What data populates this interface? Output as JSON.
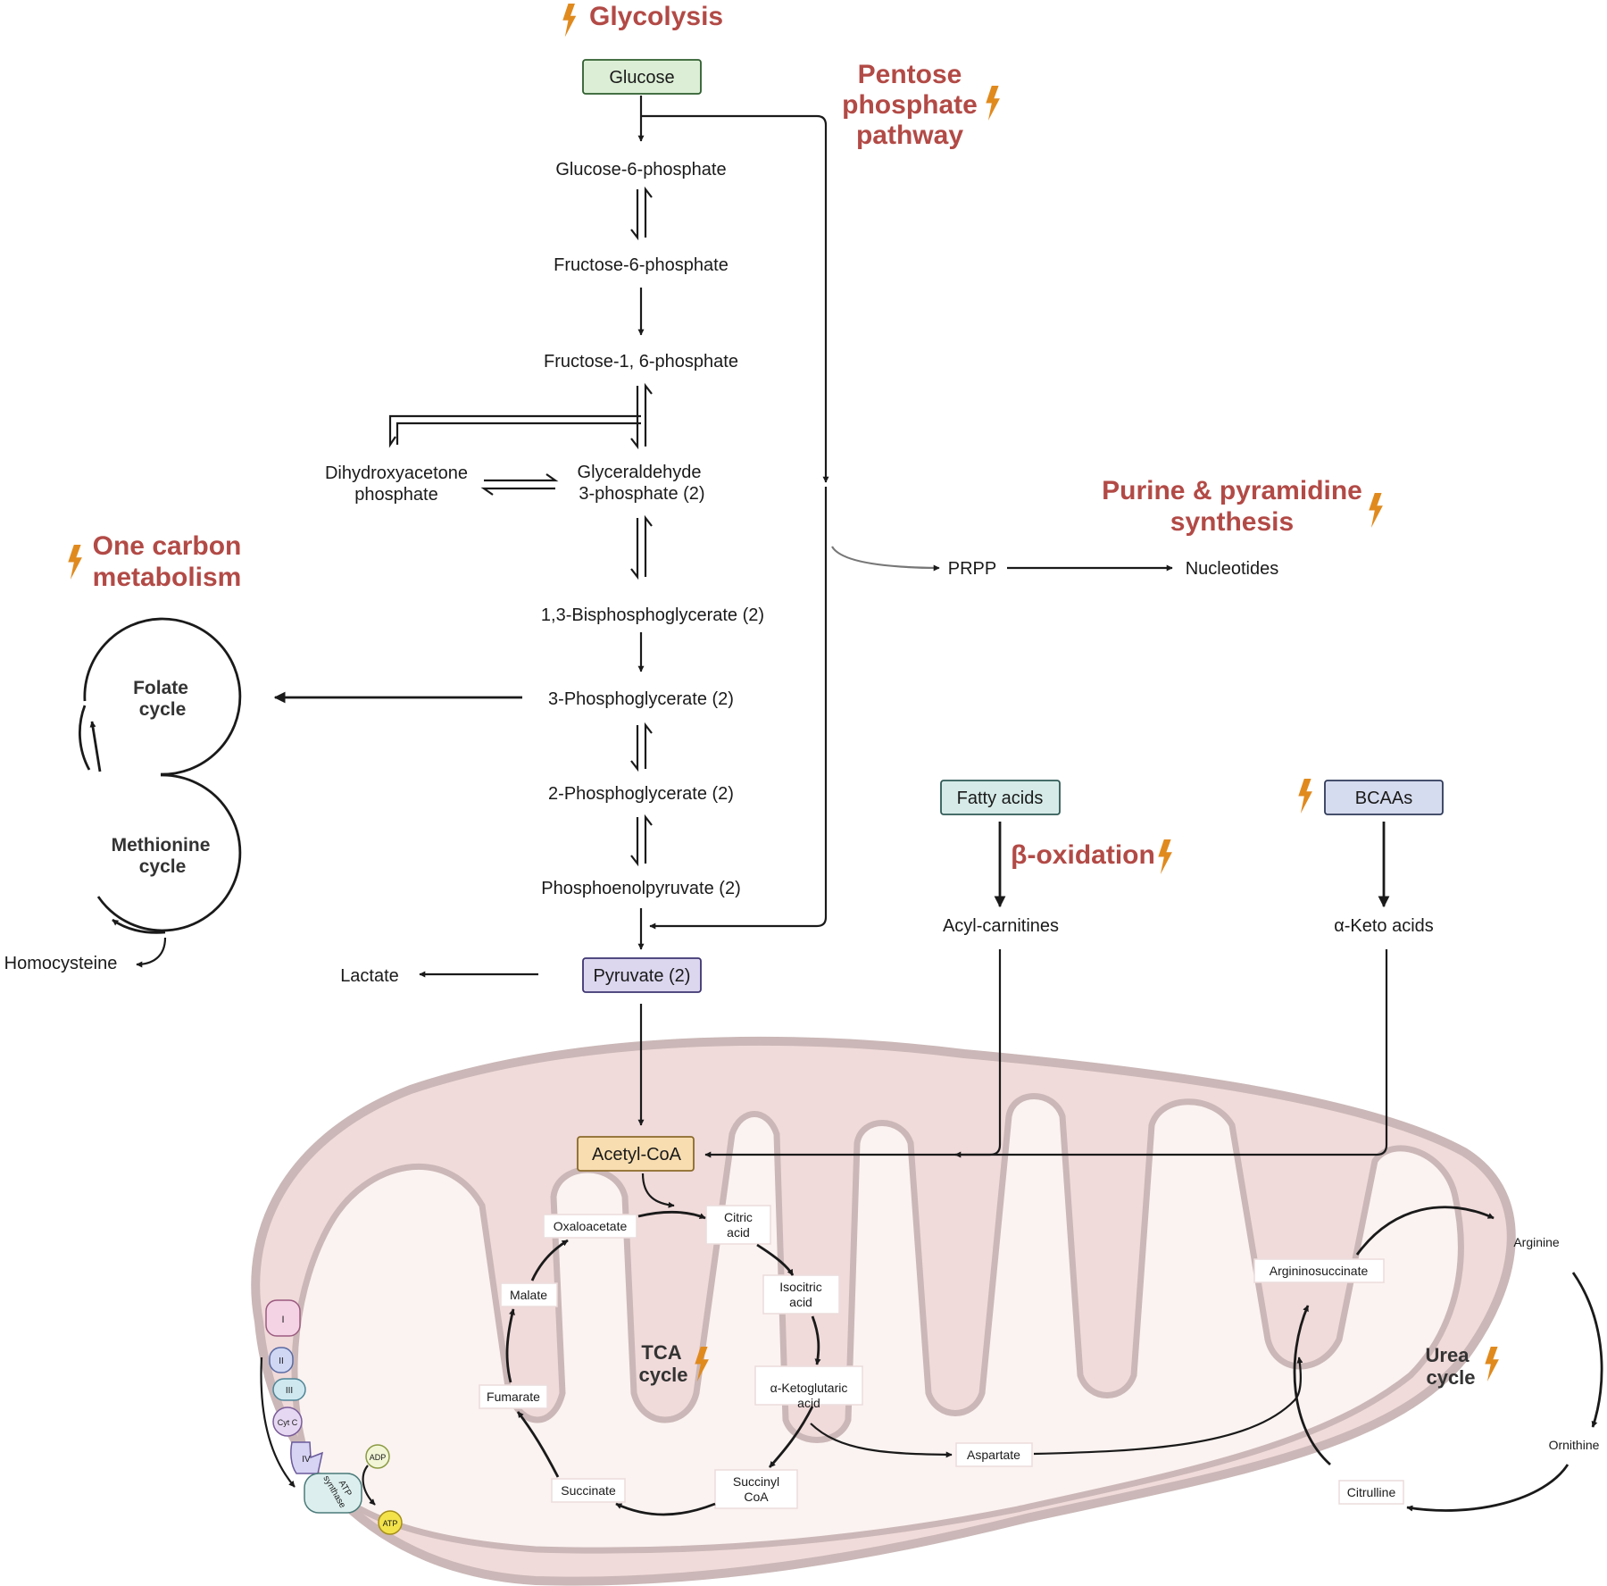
{
  "titles": {
    "glycolysis": "Glycolysis",
    "ppp": [
      "Pentose",
      "phosphate",
      "pathway"
    ],
    "purine": [
      "Purine & pyramidine",
      "synthesis"
    ],
    "one_carbon": [
      "One carbon",
      "metabolism"
    ],
    "beta_oxidation": "β-oxidation"
  },
  "glycolysis": {
    "glucose": "Glucose",
    "g6p": "Glucose-6-phosphate",
    "f6p": "Fructose-6-phosphate",
    "f16bp": "Fructose-1, 6-phosphate",
    "dhap": [
      "Dihydroxyacetone",
      "phosphate"
    ],
    "g3p": [
      "Glyceraldehyde",
      "3-phosphate (2)"
    ],
    "bpg": "1,3-Bisphosphoglycerate (2)",
    "pg3": "3-Phosphoglycerate (2)",
    "pg2": "2-Phosphoglycerate (2)",
    "pep": "Phosphoenolpyruvate (2)",
    "pyruvate": "Pyruvate (2)",
    "lactate": "Lactate"
  },
  "purine": {
    "prpp": "PRPP",
    "nucleotides": "Nucleotides"
  },
  "one_carbon": {
    "folate": [
      "Folate",
      "cycle"
    ],
    "methionine": [
      "Methionine",
      "cycle"
    ],
    "homocysteine": "Homocysteine"
  },
  "fatty": {
    "fatty_acids": "Fatty acids",
    "acyl": "Acyl-carnitines"
  },
  "bcaa": {
    "bcaas": "BCAAs",
    "keto": "α-Keto acids"
  },
  "acetyl_coa": "Acetyl-CoA",
  "tca": {
    "label": [
      "TCA",
      "cycle"
    ],
    "citric": [
      "Citric",
      "acid"
    ],
    "isocitric": [
      "Isocitric",
      "acid"
    ],
    "akg": [
      "α-Ketoglutaric",
      "acid"
    ],
    "succinyl": [
      "Succinyl",
      "CoA"
    ],
    "succinate": "Succinate",
    "fumarate": "Fumarate",
    "malate": "Malate",
    "oxaloacetate": "Oxaloacetate"
  },
  "urea": {
    "label": [
      "Urea",
      "cycle"
    ],
    "aspartate": "Aspartate",
    "argininosuccinate": "Argininosuccinate",
    "arginine": "Arginine",
    "ornithine": "Ornithine",
    "citrulline": "Citrulline"
  },
  "etc": {
    "c1": "I",
    "c2": "II",
    "c3": "III",
    "cytc": "Cyt C",
    "c4": "IV",
    "atp_synthase": [
      "ATP",
      "synthase"
    ],
    "adp": "ADP",
    "atp": "ATP"
  },
  "colors": {
    "title": "#b24a46",
    "bolt": "#e08a1e",
    "glucose_fill": "#dcefd6",
    "pyruvate_fill": "#dcd6ef",
    "fatty_fill": "#d6ebe8",
    "bcaa_fill": "#d6dcef",
    "acetyl_fill": "#f7ddb0",
    "mito_outer": "#f1dada",
    "mito_border": "#cbb7b7",
    "mito_inner": "#fbf3f1"
  }
}
